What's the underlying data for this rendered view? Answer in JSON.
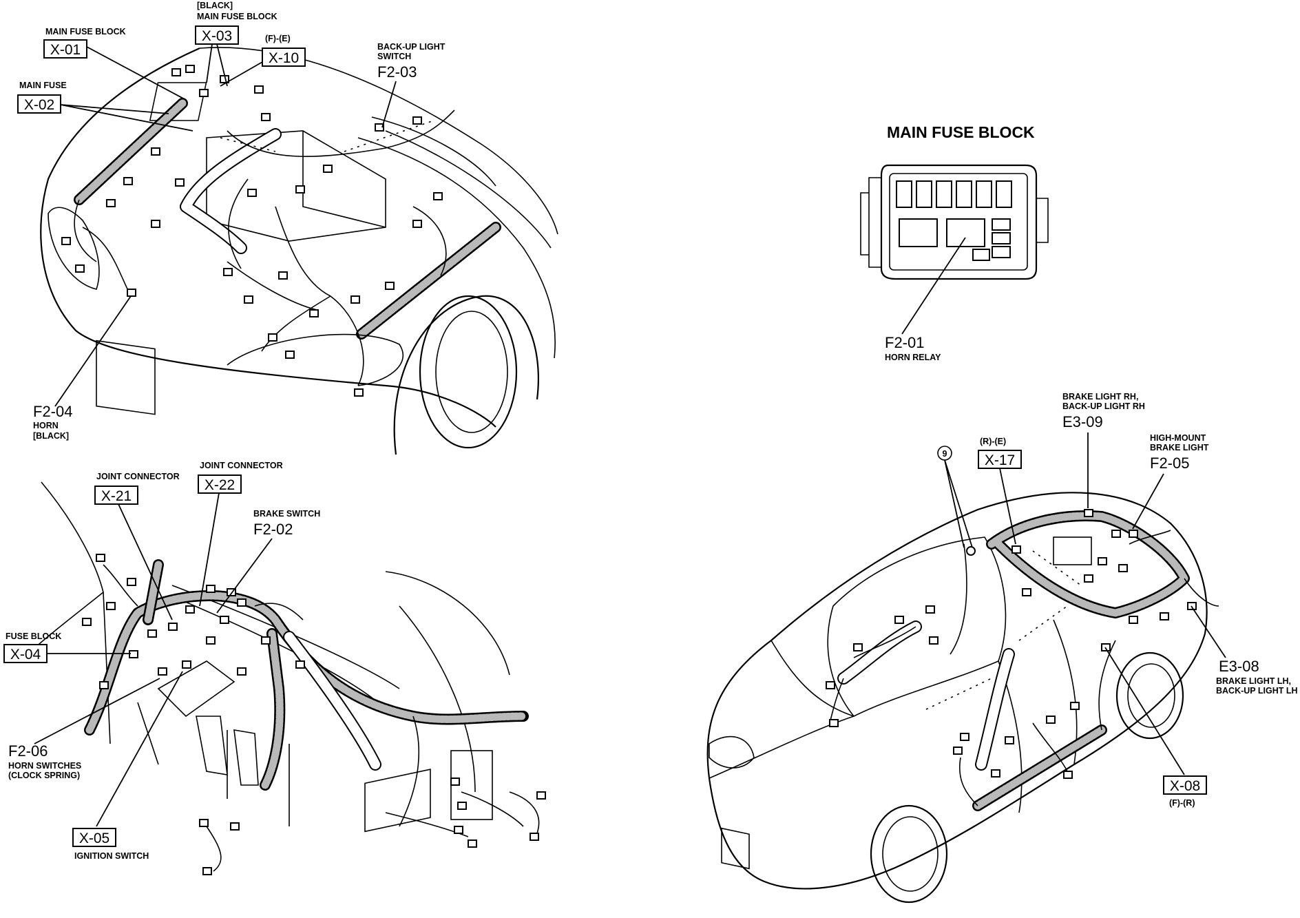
{
  "diagram": {
    "engine_bay": {
      "labels": {
        "x01_desc": "MAIN FUSE BLOCK",
        "x01_code": "X-01",
        "x03_desc1": "[BLACK]",
        "x03_desc2": "MAIN FUSE BLOCK",
        "x03_code": "X-03",
        "x10_desc": "(F)-(E)",
        "x10_code": "X-10",
        "x02_desc": "MAIN FUSE",
        "x02_code": "X-02",
        "f203_desc1": "BACK-UP LIGHT",
        "f203_desc2": "SWITCH",
        "f203_code": "F2-03",
        "f204_code": "F2-04",
        "f204_desc1": "HORN",
        "f204_desc2": "[BLACK]"
      }
    },
    "main_fuse_block": {
      "title": "MAIN FUSE BLOCK",
      "f201_code": "F2-01",
      "f201_desc": "HORN RELAY"
    },
    "dashboard": {
      "labels": {
        "x21_desc": "JOINT CONNECTOR",
        "x21_code": "X-21",
        "x22_desc": "JOINT CONNECTOR",
        "x22_code": "X-22",
        "f202_desc": "BRAKE SWITCH",
        "f202_code": "F2-02",
        "x04_desc": "FUSE BLOCK",
        "x04_code": "X-04",
        "f206_code": "F2-06",
        "f206_desc1": "HORN SWITCHES",
        "f206_desc2": "(CLOCK SPRING)",
        "x05_code": "X-05",
        "x05_desc": "IGNITION SWITCH"
      }
    },
    "rear_body": {
      "labels": {
        "ground_num": "9",
        "x17_desc": "(R)-(E)",
        "x17_code": "X-17",
        "e309_desc1": "BRAKE LIGHT RH,",
        "e309_desc2": "BACK-UP LIGHT RH",
        "e309_code": "E3-09",
        "f205_desc1": "HIGH-MOUNT",
        "f205_desc2": "BRAKE LIGHT",
        "f205_code": "F2-05",
        "e308_code": "E3-08",
        "e308_desc1": "BRAKE LIGHT LH,",
        "e308_desc2": "BACK-UP LIGHT LH",
        "x08_code": "X-08",
        "x08_desc": "(F)-(R)"
      }
    }
  }
}
